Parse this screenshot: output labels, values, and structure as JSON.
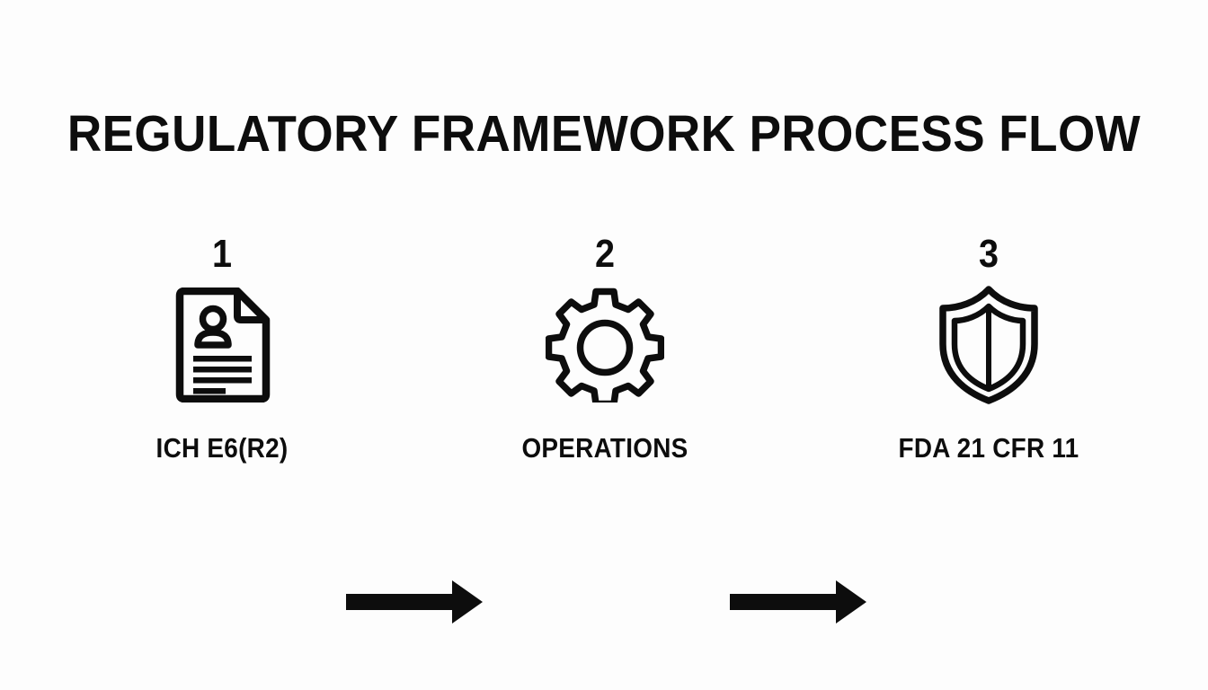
{
  "page": {
    "title": "REGULATORY FRAMEWORK PROCESS FLOW",
    "background_color": "#fdfdfd",
    "ink_color": "#0d0d0d"
  },
  "flow": {
    "steps": [
      {
        "number": "1",
        "label": "ICH E6(R2)",
        "icon": "document-person-icon"
      },
      {
        "number": "2",
        "label": "OPERATIONS",
        "icon": "gear-icon"
      },
      {
        "number": "3",
        "label": "FDA 21 CFR 11",
        "icon": "shield-icon"
      }
    ],
    "connectors": [
      {
        "name": "arrow-right-icon",
        "from": "1",
        "to": "2"
      },
      {
        "name": "arrow-right-icon",
        "from": "2",
        "to": "3"
      }
    ]
  }
}
